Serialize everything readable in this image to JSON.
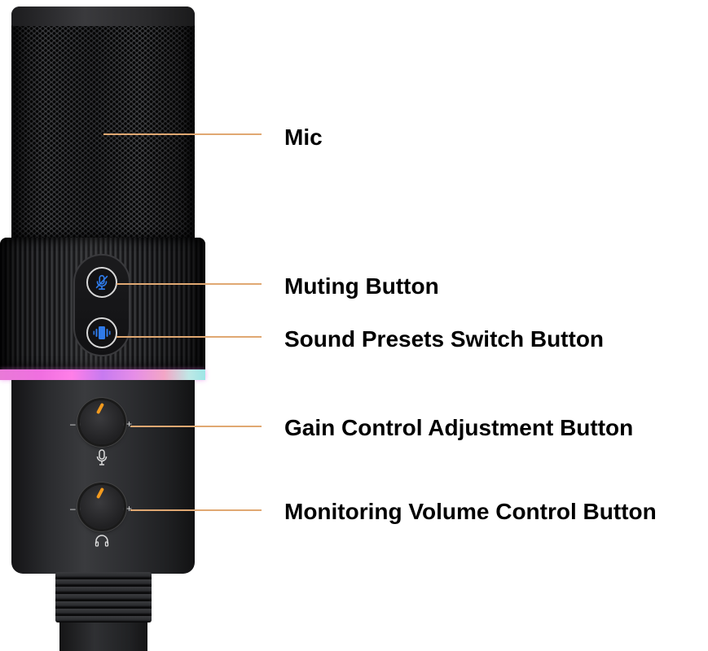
{
  "product": "USB microphone",
  "accent_colors": {
    "leader_line": "#e0a872",
    "knob_marker": "#f39a1e",
    "button_icon": "#2f7bea",
    "rgb_ring": [
      "#f06fe0",
      "#c77af0",
      "#9de6e6"
    ]
  },
  "callouts": [
    {
      "label": "Mic",
      "target": "grille"
    },
    {
      "label": "Muting Button",
      "target": "mute-button"
    },
    {
      "label": "Sound Presets Switch Button",
      "target": "sound-presets-button"
    },
    {
      "label": "Gain Control Adjustment Button",
      "target": "gain-knob"
    },
    {
      "label": "Monitoring Volume Control Button",
      "target": "monitor-knob"
    }
  ],
  "knobs": [
    {
      "name": "gain",
      "minus": "–",
      "plus": "+",
      "icon": "microphone-icon"
    },
    {
      "name": "monitoring",
      "minus": "–",
      "plus": "+",
      "icon": "headphones-icon"
    }
  ]
}
